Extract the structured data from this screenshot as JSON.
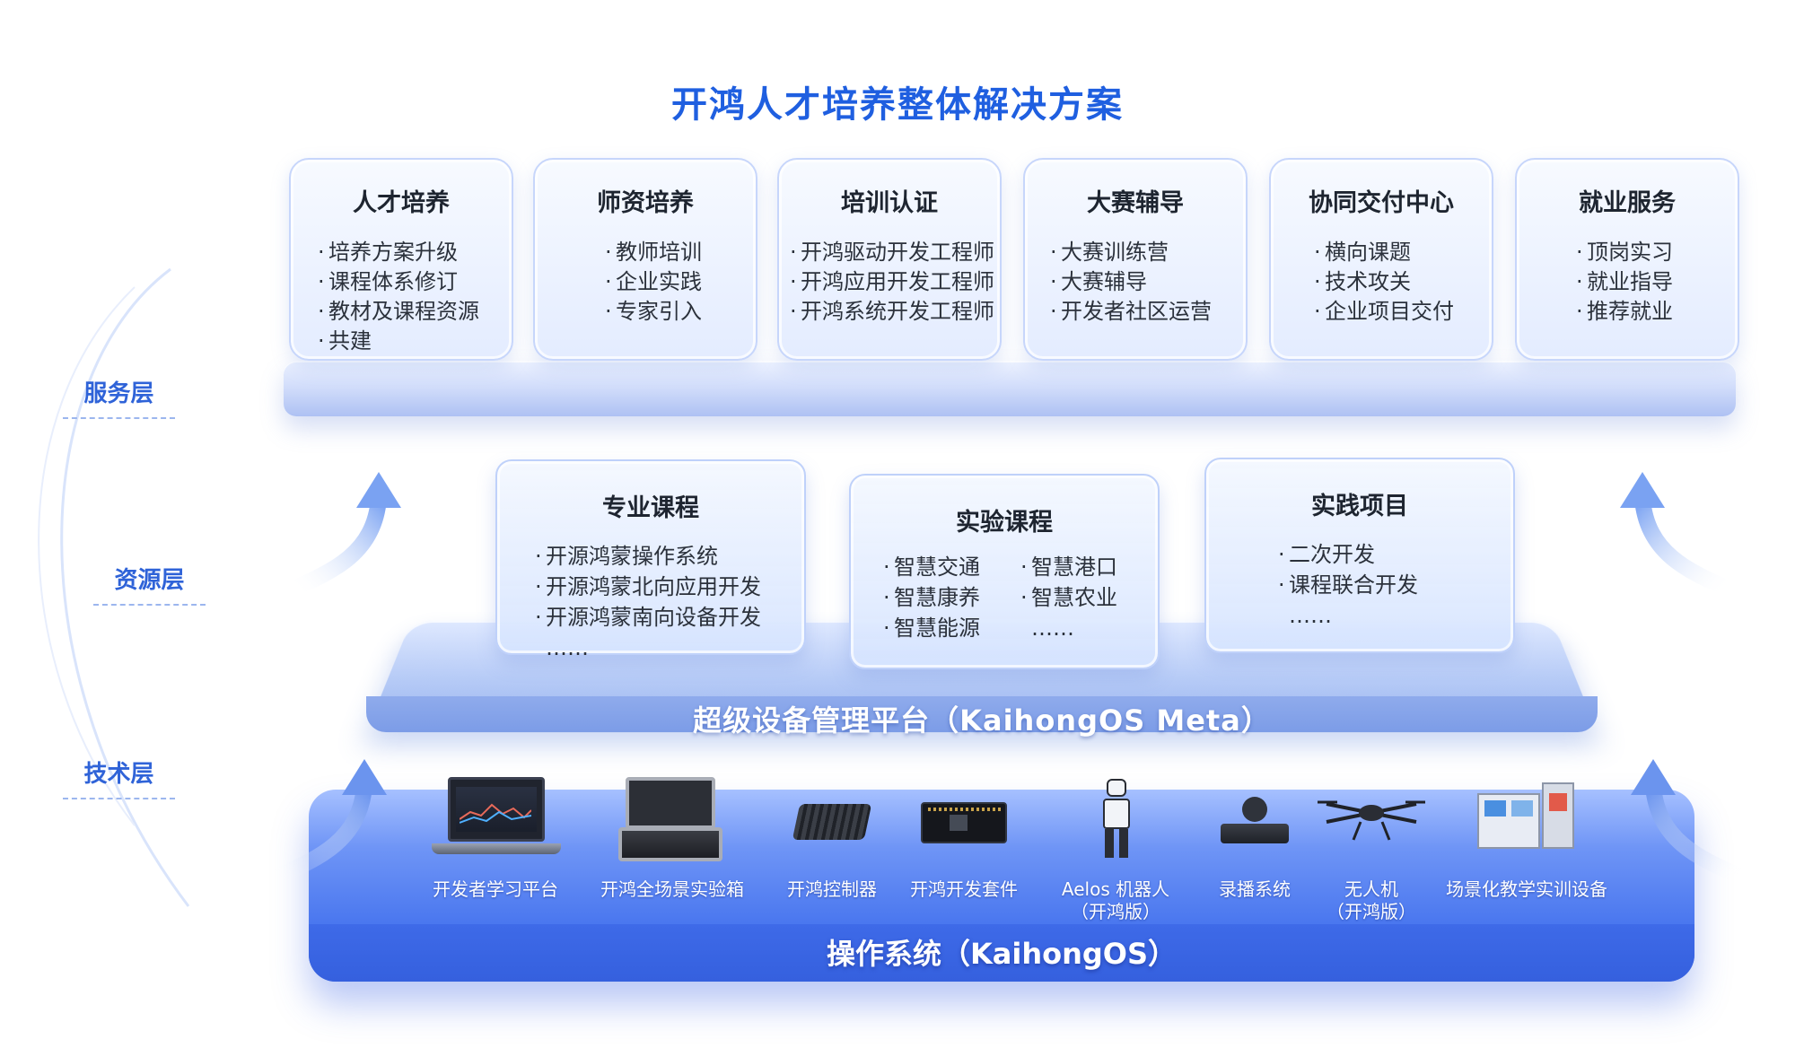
{
  "title": "开鸿人才培养整体解决方案",
  "layers": {
    "service": "服务层",
    "resource": "资源层",
    "tech": "技术层"
  },
  "service_cards": [
    {
      "title": "人才培养",
      "items": [
        "培养方案升级",
        "课程体系修订",
        "教材及课程资源",
        "共建"
      ]
    },
    {
      "title": "师资培养",
      "items": [
        "教师培训",
        "企业实践",
        "专家引入"
      ]
    },
    {
      "title": "培训认证",
      "items": [
        "开鸿驱动开发工程师",
        "开鸿应用开发工程师",
        "开鸿系统开发工程师"
      ]
    },
    {
      "title": "大赛辅导",
      "items": [
        "大赛训练营",
        "大赛辅导",
        "开发者社区运营"
      ]
    },
    {
      "title": "协同交付中心",
      "items": [
        "横向课题",
        "技术攻关",
        "企业项目交付"
      ]
    },
    {
      "title": "就业服务",
      "items": [
        "顶岗实习",
        "就业指导",
        "推荐就业"
      ]
    }
  ],
  "resource_cards": [
    {
      "title": "专业课程",
      "items": [
        "开源鸿蒙操作系统",
        "开源鸿蒙北向应用开发",
        "开源鸿蒙南向设备开发",
        "……"
      ]
    },
    {
      "title": "实验课程",
      "left": [
        "智慧交通",
        "智慧康养",
        "智慧能源"
      ],
      "right": [
        "智慧港口",
        "智慧农业",
        "……"
      ]
    },
    {
      "title": "实践项目",
      "items": [
        "二次开发",
        "课程联合开发",
        "……"
      ]
    }
  ],
  "mid_platform": "超级设备管理平台（KaihongOS Meta）",
  "base_platform": "操作系统（KaihongOS）",
  "devices": [
    {
      "name": "开发者学习平台",
      "sub": "",
      "icon": "laptop-icon"
    },
    {
      "name": "开鸿全场景实验箱",
      "sub": "",
      "icon": "case-icon"
    },
    {
      "name": "开鸿控制器",
      "sub": "",
      "icon": "controller-icon"
    },
    {
      "name": "开鸿开发套件",
      "sub": "",
      "icon": "board-icon"
    },
    {
      "name": "Aelos 机器人",
      "sub": "（开鸿版）",
      "icon": "robot-icon"
    },
    {
      "name": "录播系统",
      "sub": "",
      "icon": "camera-icon"
    },
    {
      "name": "无人机",
      "sub": "（开鸿版）",
      "icon": "drone-icon"
    },
    {
      "name": "场景化教学实训设备",
      "sub": "",
      "icon": "training-rig-icon"
    }
  ],
  "colors": {
    "accent": "#1f5fe0",
    "label": "#2f63d8",
    "base": "#3a66e6"
  }
}
